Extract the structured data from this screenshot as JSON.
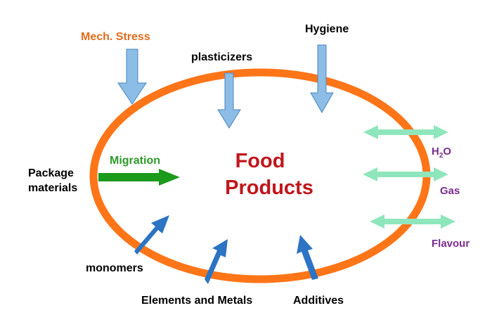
{
  "center": {
    "line1": "Food",
    "line2": "Products"
  },
  "labels": {
    "mech_stress": "Mech. Stress",
    "hygiene": "Hygiene",
    "plasticizers": "plasticizers",
    "migration": "Migration",
    "package_line1": "Package",
    "package_line2": "materials",
    "monomers": "monomers",
    "elements_metals": "Elements and Metals",
    "additives": "Additives",
    "h2o_main": "H",
    "h2o_sub": "2",
    "h2o_tail": "O",
    "gas": "Gas",
    "flavour": "Flavour"
  },
  "colors": {
    "ellipse": "#ff7518",
    "title_red": "#c0161c",
    "migration_green": "#2e9a2a",
    "purple": "#7a2c8e",
    "orange_label": "#e36c1a",
    "light_blue": "#8cbde6",
    "dark_blue": "#2c74c4",
    "green_arrow": "#1b9a1b",
    "mint": "#8fe6bc",
    "text": "#000000"
  }
}
